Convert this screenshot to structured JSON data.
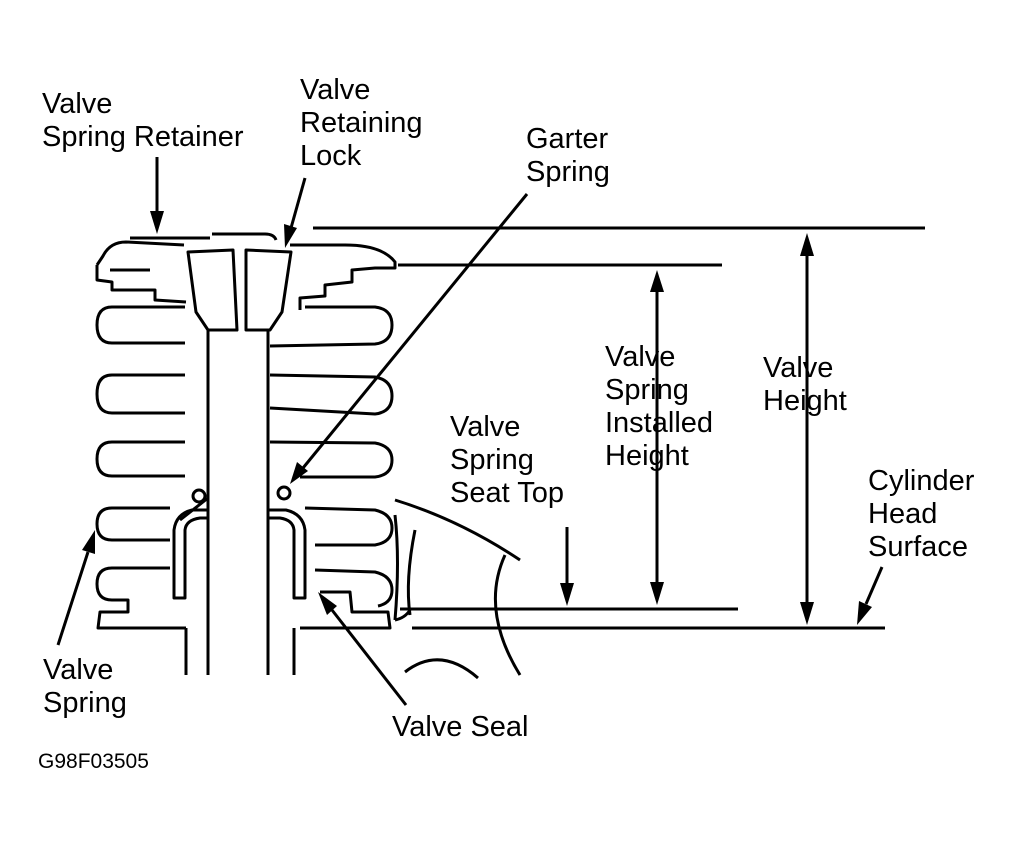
{
  "labels": {
    "valve_spring_retainer": [
      "Valve",
      "Spring Retainer"
    ],
    "valve_retaining_lock": [
      "Valve",
      "Retaining",
      "Lock"
    ],
    "garter_spring": [
      "Garter",
      "Spring"
    ],
    "valve_spring_seat_top": [
      "Valve",
      "Spring",
      "Seat Top"
    ],
    "valve_spring_installed_height": [
      "Valve",
      "Spring",
      "Installed",
      "Height"
    ],
    "valve_height": [
      "Valve",
      "Height"
    ],
    "cylinder_head_surface": [
      "Cylinder",
      "Head",
      "Surface"
    ],
    "valve_spring": [
      "Valve",
      "Spring"
    ],
    "valve_seal": [
      "Valve Seal"
    ]
  },
  "figure_code": "G98F03505",
  "colors": {
    "ink": "#000000",
    "paper": "#ffffff"
  }
}
